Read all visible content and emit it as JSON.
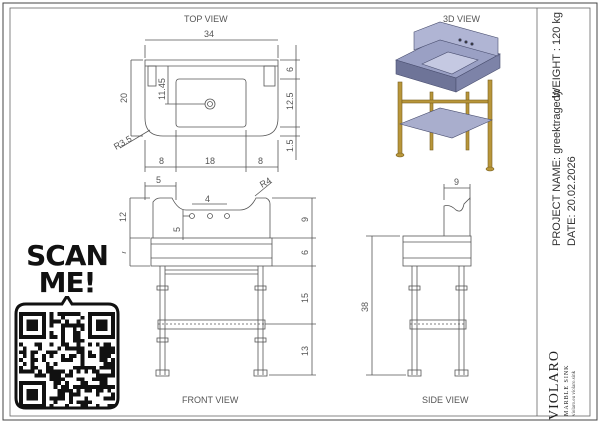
{
  "views": {
    "top": "TOP VIEW",
    "iso": "3D VIEW",
    "front": "FRONT VIEW",
    "side": "SIDE VIEW"
  },
  "dims": {
    "top_width": "34",
    "top_depth": "20",
    "top_right_6": "6",
    "top_11_45": "11.45",
    "top_12_5": "12.5",
    "top_1_5": "1.5",
    "top_r3_5": "R3.5",
    "top_8_left": "8",
    "top_18": "18",
    "top_8_right": "8",
    "front_5": "5",
    "front_r4": "R4",
    "front_12": "12",
    "front_4": "4",
    "front_5_hole": "5",
    "front_9": "9",
    "front_7": "7",
    "front_6": "6",
    "front_15": "15",
    "front_13": "13",
    "side_9": "9",
    "side_38": "38"
  },
  "title_block": {
    "weight": "WEIGHT : 120 kg",
    "project": "PROJECT NAME: greektragedy",
    "date": "DATE: 20.02.2026"
  },
  "scan": {
    "line1": "SCAN",
    "line2": "ME!"
  },
  "brand": {
    "name": "VIOLARO",
    "tagline": "MARBLE SINK",
    "contact": "violaro.eu   violaro.sink"
  },
  "colors": {
    "line": "#555555",
    "iso_body": "#8f95b8",
    "iso_gold": "#b8963a",
    "text": "#333333"
  }
}
